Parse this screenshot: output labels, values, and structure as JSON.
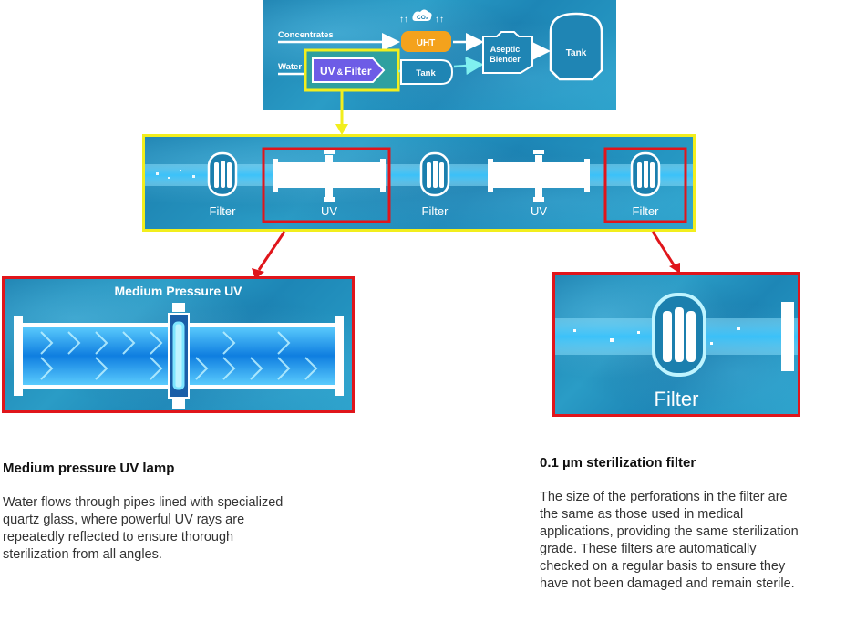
{
  "process": {
    "concentrates": "Concentrates",
    "water": "Water",
    "co2": "CO₂",
    "uht": "UHT",
    "uv_filter_u": "UV",
    "uv_filter_amp": "&",
    "uv_filter_f": "Filter",
    "tank_small": "Tank",
    "aseptic_line1": "Aseptic",
    "aseptic_line2": "Blender",
    "tank_big": "Tank"
  },
  "pipeline": {
    "labels": [
      "Filter",
      "UV",
      "Filter",
      "UV",
      "Filter"
    ]
  },
  "uv_detail": {
    "title": "Medium Pressure UV"
  },
  "filter_detail": {
    "label": "Filter"
  },
  "uv_section": {
    "title": "Medium pressure UV lamp",
    "lines": [
      "Water flows through pipes lined with specialized",
      "quartz glass, where powerful UV rays are",
      "repeatedly reflected to ensure thorough",
      "sterilization from all angles."
    ]
  },
  "filter_section": {
    "title": "0.1 µm sterilization filter",
    "lines": [
      "The size of the perforations in the filter are",
      "the same as those used in medical",
      "applications, providing the same sterilization",
      "grade. These filters are automatically",
      "checked on a regular basis to ensure they",
      "have not been damaged and remain sterile."
    ]
  },
  "colors": {
    "highlight_yellow": "#f2ee1d",
    "highlight_red": "#e0151b",
    "uht_orange": "#f4a21c",
    "uv_purple": "#6d5ce6"
  }
}
